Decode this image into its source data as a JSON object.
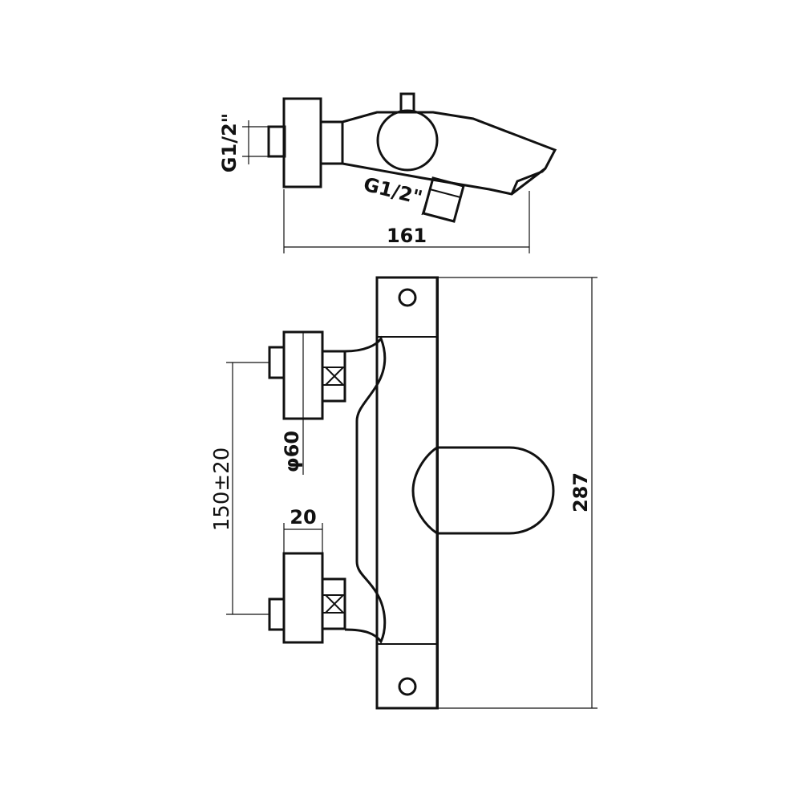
{
  "dimensions": {
    "thread_top": "G1/2\"",
    "thread_side": "G1/2\"",
    "length_top": "161",
    "height": "287",
    "inlet_spacing": "150±20",
    "escutcheon_diameter": "φ60",
    "escutcheon_depth": "20"
  }
}
